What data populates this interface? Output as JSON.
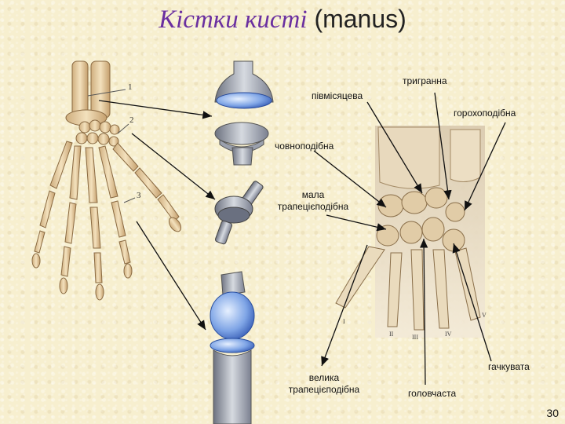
{
  "title": {
    "ukrainian": "Кістки кисті",
    "latin": "(manus)"
  },
  "left_figure": {
    "numbers": [
      "1",
      "2",
      "3"
    ]
  },
  "labels": {
    "trygranna": "тригранна",
    "pivmisyatseva": "півмісяцева",
    "gorokhopodibna": "горохоподібна",
    "chovnopodibna": "човноподібна",
    "mala_line1": "мала",
    "mala_line2": "трапецієподібна",
    "velyka_line1": "велика",
    "velyka_line2": "трапецієподібна",
    "golovchasta": "головчаста",
    "gachkuvata": "гачкувата"
  },
  "xray_numerals": [
    "I",
    "II",
    "III",
    "IV",
    "V"
  ],
  "page_number": "30",
  "colors": {
    "title": "#6a2fa0",
    "bone": "#e8d2a8",
    "joint_blue": "#3a66c8",
    "background": "#f7efcf"
  }
}
